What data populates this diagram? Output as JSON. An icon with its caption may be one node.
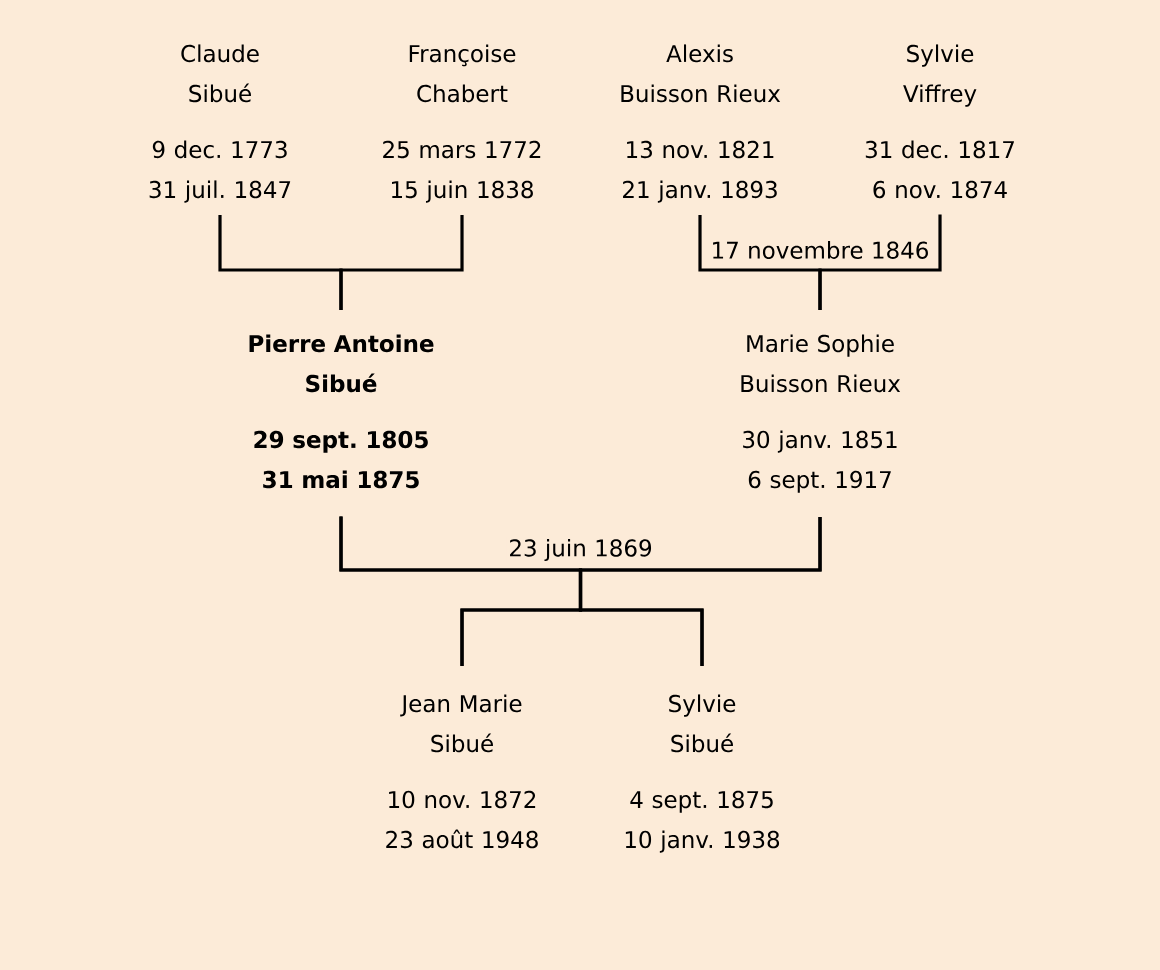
{
  "diagram": {
    "nodes": [
      {
        "text": [
          "Claude Sibué",
          "9 dec. 1773 31 juil. 1847"
        ]
      },
      {
        "text": [
          "Françoise Chabert",
          "25 mars 1772 15 juin 1838"
        ]
      },
      {
        "text": [
          "Alexis Buisson Rieux",
          "13 nov. 1821 21 janv. 1893"
        ]
      },
      {
        "text": [
          "Sylvie Viffrey",
          "31 dec. 1817 6 nov. 1874"
        ]
      },
      {
        "text": [
          "Pierre Antoine Sibué",
          "29 sept. 1805 31 mai 1875"
        ]
      },
      {
        "text": [
          "Marie Sophie Buisson Rieux",
          "30 janv. 1851 6 sept. 1917"
        ]
      },
      {
        "text": [
          "Jean Marie Sibué",
          "10 nov. 1872 23 août 1948"
        ]
      },
      {
        "text": [
          "Sylvie Sibué",
          "4 sept. 1875 10 janv. 1938"
        ]
      }
    ],
    "edges": [
      {
        "from": 0,
        "to": 4,
        "arrow": "none"
      },
      {
        "from": 1,
        "to": 4,
        "arrow": "none"
      },
      {
        "from": 2,
        "to": 5,
        "arrow": "none",
        "label": "17 novembre 1846"
      },
      {
        "from": 3,
        "to": 5,
        "arrow": "none"
      },
      {
        "from": 4,
        "to": 6,
        "arrow": "none",
        "label": "23 juin 1869"
      },
      {
        "from": 4,
        "to": 7,
        "arrow": "none"
      },
      {
        "from": 5,
        "to": 6,
        "arrow": "none"
      },
      {
        "from": 5,
        "to": 7,
        "arrow": "none"
      }
    ]
  }
}
